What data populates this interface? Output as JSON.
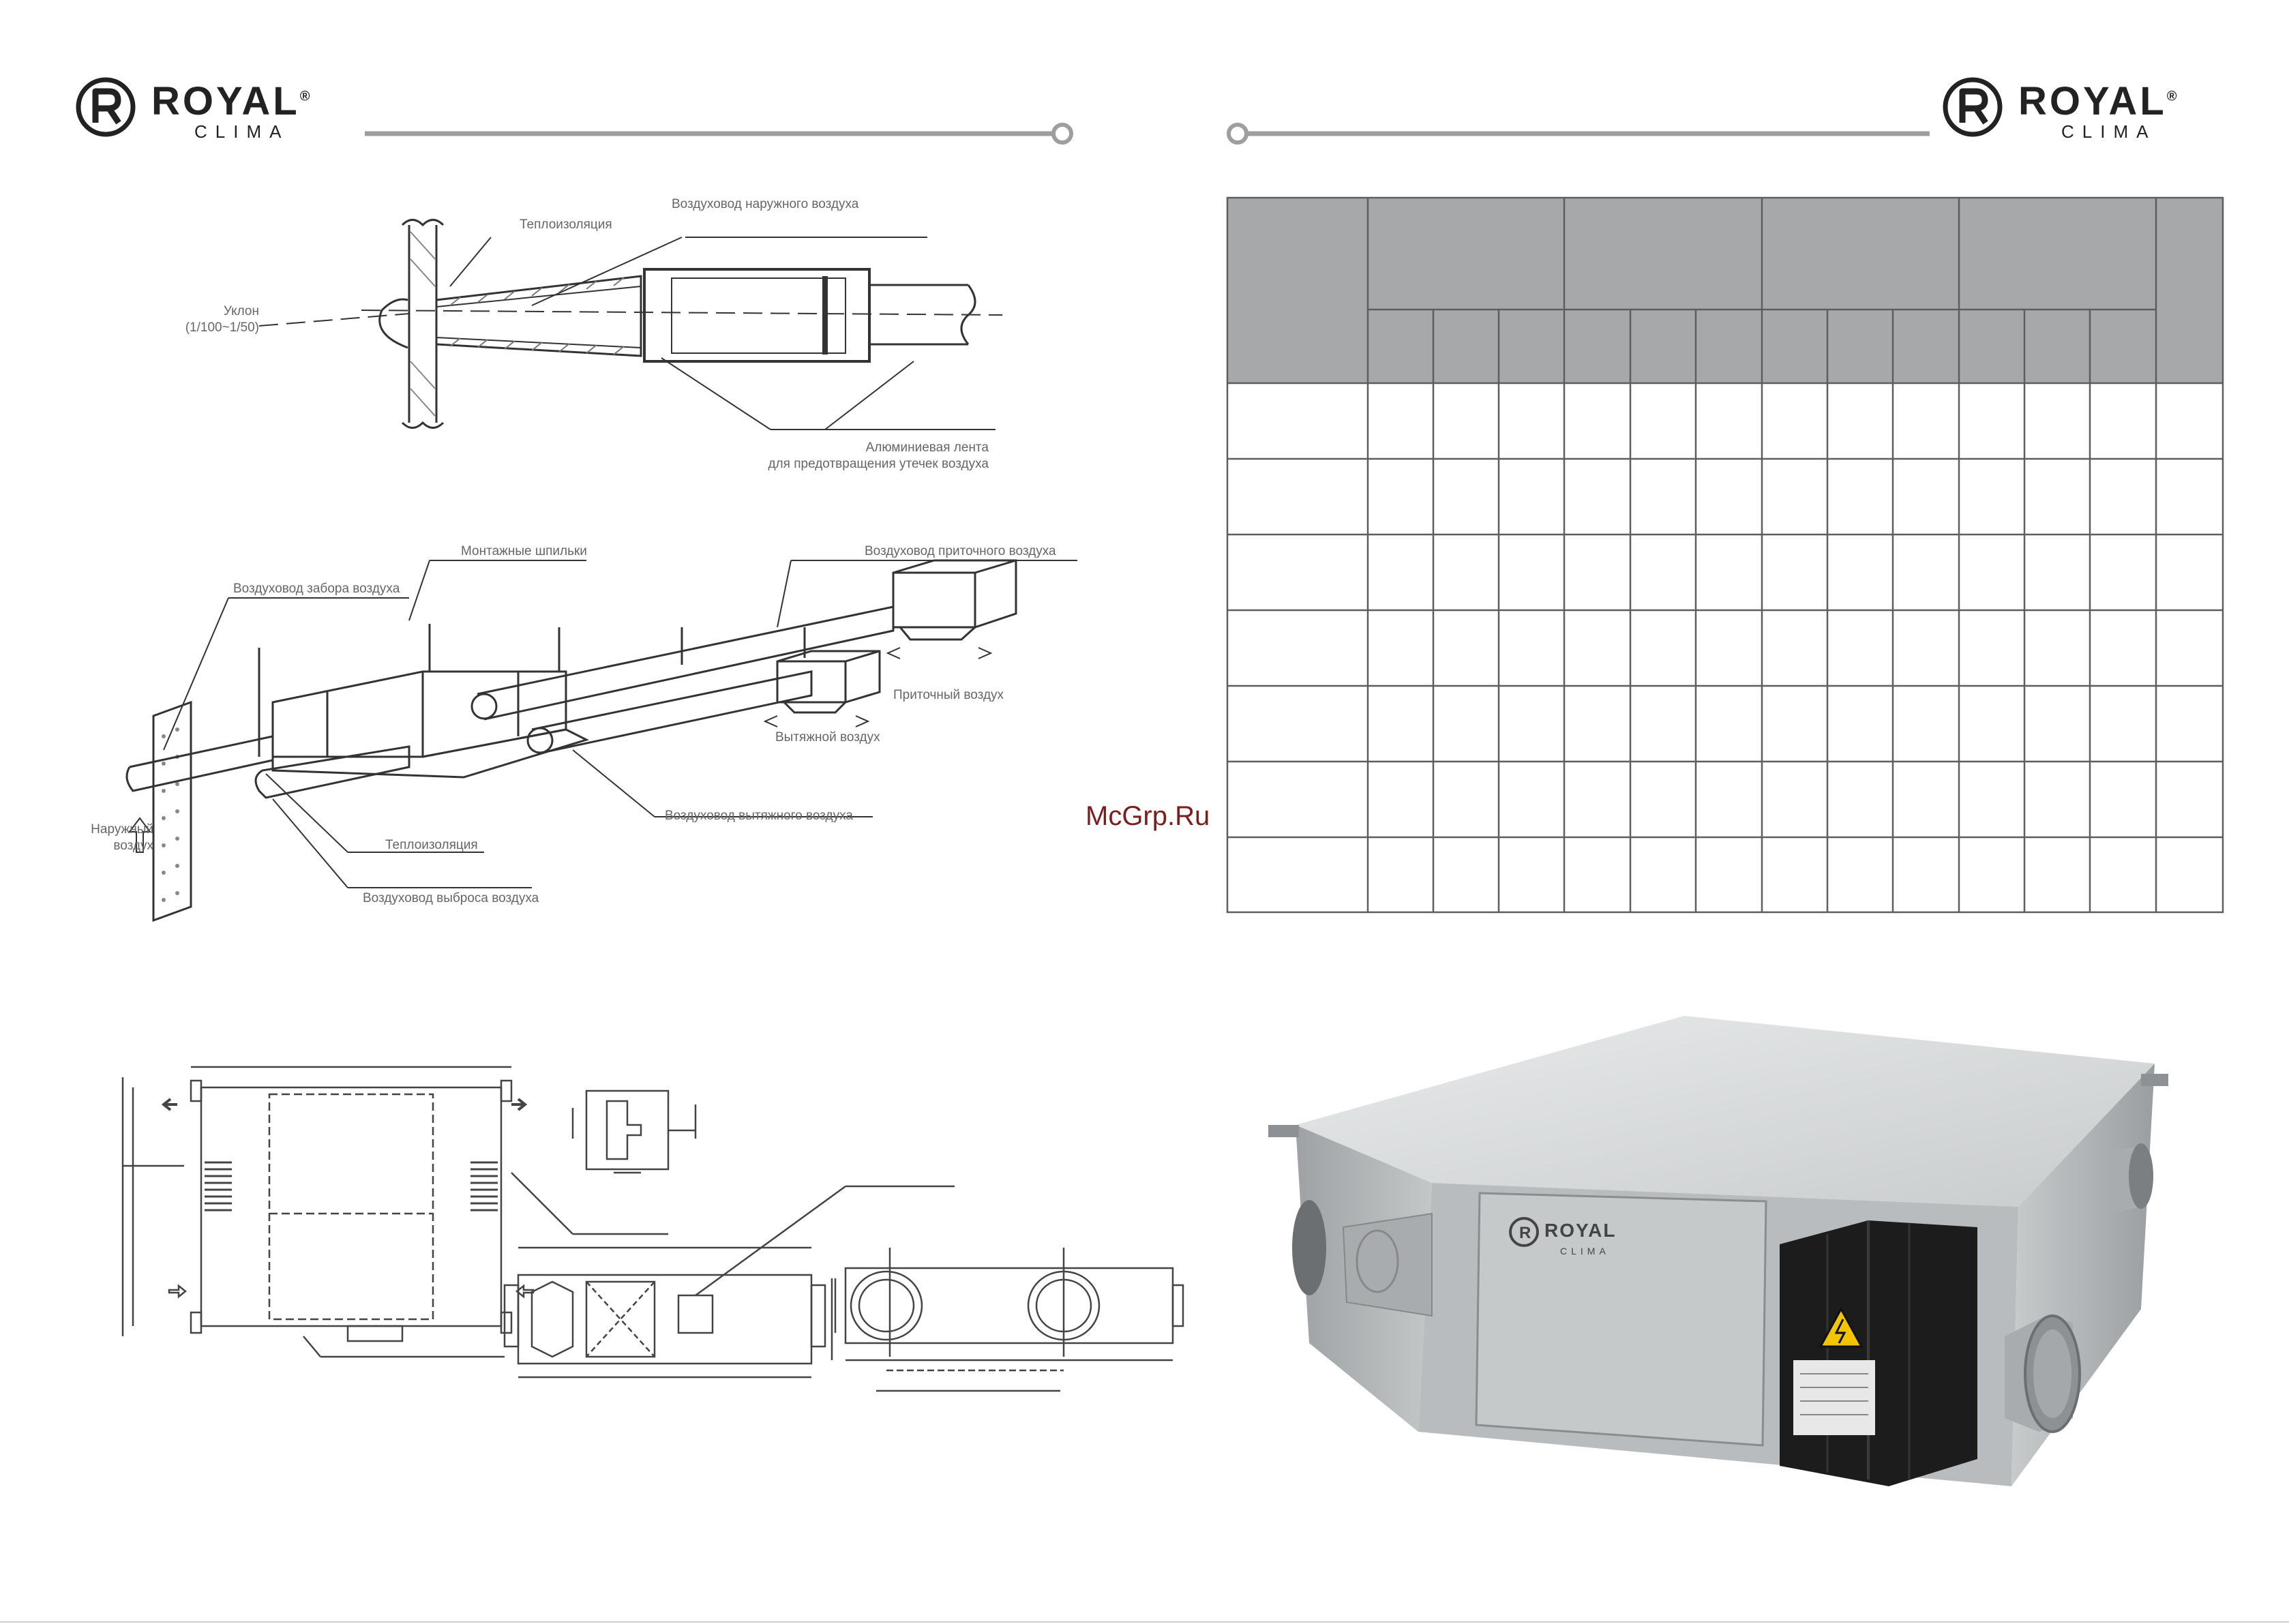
{
  "brand": {
    "name": "ROYAL",
    "reg": "®",
    "sub": "CLIMA",
    "colors": {
      "ink": "#222222",
      "rule": "#9e9e9e"
    }
  },
  "diagram1": {
    "slope_label": "Уклон",
    "slope_value": "(1/100~1/50)",
    "insulation": "Теплоизоляция",
    "outdoor_duct": "Воздуховод наружного воздуха",
    "tape_line1": "Алюминиевая лента",
    "tape_line2": "для предотвращения утечек воздуха"
  },
  "diagram2": {
    "mount_studs": "Монтажные шпильки",
    "supply_duct": "Воздуховод приточного воздуха",
    "intake_duct": "Воздуховод забора воздуха",
    "supply_air": "Приточный воздух",
    "exhaust_air": "Вытяжной воздух",
    "exhaust_duct": "Воздуховод вытяжного воздуха",
    "outdoor_air_line1": "Наружный",
    "outdoor_air_line2": "воздух",
    "insulation": "Теплоизоляция",
    "discharge_duct": "Воздуховод выброса воздуха"
  },
  "watermark": "McGrp.Ru",
  "table": {
    "rows": 7,
    "column_groups": 4,
    "sub_columns_per_group": 3
  },
  "product_photo": {
    "logo": "ROYAL",
    "logo_sub": "CLIMA",
    "body_color": "#b9bcbe",
    "box_color": "#1c1c1c",
    "warning_color": "#f3c400"
  }
}
